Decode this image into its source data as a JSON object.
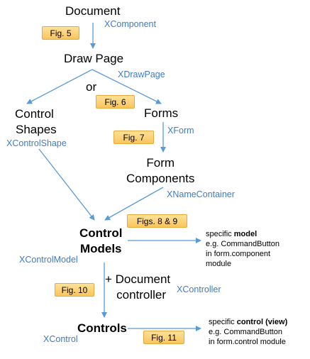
{
  "nodes": {
    "document": "Document",
    "draw_page": "Draw Page",
    "or": "or",
    "control_shapes_1": "Control",
    "control_shapes_2": "Shapes",
    "forms": "Forms",
    "form_components_1": "Form",
    "form_components_2": "Components",
    "control_models_1": "Control",
    "control_models_2": "Models",
    "plus_document_1": "+ Document",
    "plus_document_2": "controller",
    "controls": "Controls"
  },
  "interfaces": {
    "xcomponent": "XComponent",
    "xdrawpage": "XDrawPage",
    "xform": "XForm",
    "xcontrolshape": "XControlShape",
    "xnamecontainer": "XNameContainer",
    "xcontrolmodel": "XControlModel",
    "xcontroller": "XController",
    "xcontrol": "XControl"
  },
  "figures": {
    "fig5": "Fig. 5",
    "fig6": "Fig. 6",
    "fig7": "Fig. 7",
    "fig8_9": "Figs. 8 & 9",
    "fig10": "Fig. 10",
    "fig11": "Fig. 11"
  },
  "notes": {
    "model": {
      "prefix": "specific ",
      "bold": "model",
      "line2": "e.g. CommandButton",
      "line3": "in form.component",
      "line4": "module"
    },
    "control": {
      "prefix": "specific ",
      "bold": "control (view)",
      "line2": "e.g. CommandButton",
      "line3": "in form.control  module"
    }
  },
  "colors": {
    "arrow": "#5b9bd5",
    "interface_text": "#3f7cc3",
    "figure_fill": "#f9c55b",
    "figure_border": "#e8a93a"
  }
}
